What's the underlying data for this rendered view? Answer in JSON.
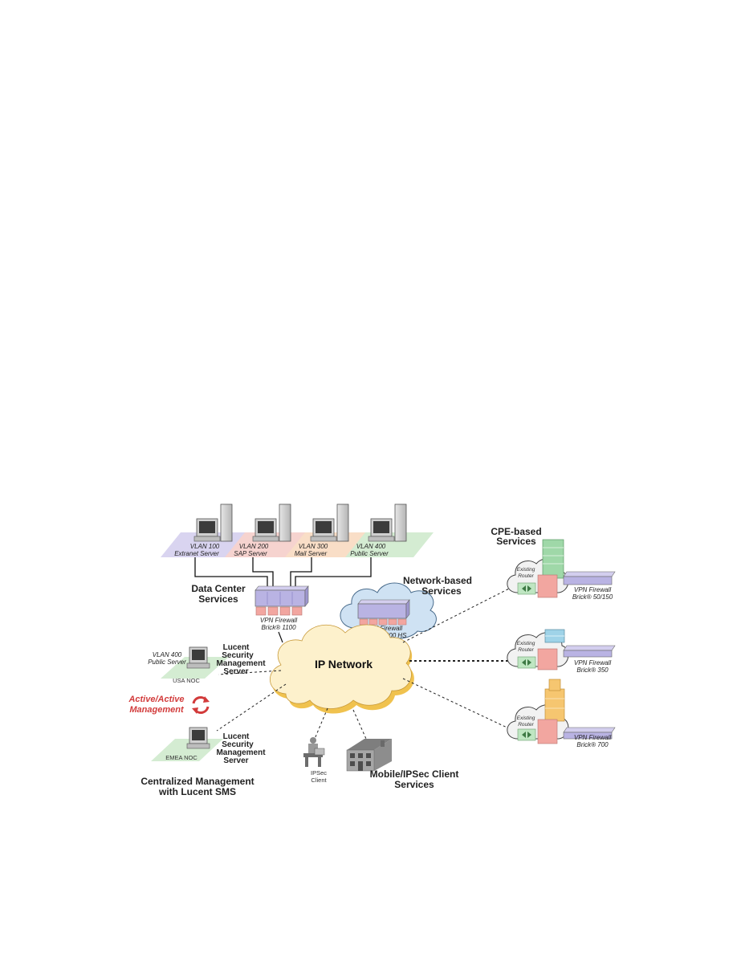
{
  "colors": {
    "cloud_fill": "#fdf1cc",
    "cloud_shadow": "#f0c24e",
    "network_cloud_fill": "#cfe2f3",
    "firewall_fill": "#b9b3e3",
    "firewall_port": "#f2a6a0",
    "accent_red": "#d23b3b",
    "vlan1": "#d9d4f0",
    "vlan2": "#f6d3cf",
    "vlan3": "#f9dec7",
    "vlan4": "#d4ecd2"
  },
  "vlans": [
    {
      "name": "VLAN 100",
      "server": "Extranet Server"
    },
    {
      "name": "VLAN 200",
      "server": "SAP Server"
    },
    {
      "name": "VLAN 300",
      "server": "Mail Server"
    },
    {
      "name": "VLAN 400",
      "server": "Public Server"
    }
  ],
  "data_center": {
    "line1": "Data Center",
    "line2": "Services"
  },
  "fw1100": {
    "line1": "VPN Firewall",
    "line2": "Brick® 1100"
  },
  "network_services": {
    "line1": "Network-based",
    "line2": "Services"
  },
  "fw1200": {
    "line1": "VPN Firewall",
    "line2": "Brick® 1200 HS"
  },
  "ip_network": "IP Network",
  "cpe": {
    "line1": "CPE-based",
    "line2": "Services"
  },
  "sites": [
    {
      "router_line1": "Existing",
      "router_line2": "Router",
      "fw_line1": "VPN Firewall",
      "fw_line2": "Brick® 50/150"
    },
    {
      "router_line1": "Existing",
      "router_line2": "Router",
      "fw_line1": "VPN Firewall",
      "fw_line2": "Brick® 350"
    },
    {
      "router_line1": "Existing",
      "router_line2": "Router",
      "fw_line1": "VPN Firewall",
      "fw_line2": "Brick® 700"
    }
  ],
  "usa": {
    "vlan_line1": "VLAN 400",
    "vlan_line2": "Public Server",
    "noc": "USA NOC",
    "lsms_line1": "Lucent",
    "lsms_line2": "Security",
    "lsms_line3": "Management",
    "lsms_line4": "Server"
  },
  "active": {
    "line1": "Active/Active",
    "line2": "Management"
  },
  "emea": {
    "noc": "EMEA NOC",
    "lsms_line1": "Lucent",
    "lsms_line2": "Security",
    "lsms_line3": "Management",
    "lsms_line4": "Server"
  },
  "centralized": {
    "line1": "Centralized Management",
    "line2": "with Lucent SMS"
  },
  "ipsec_client": {
    "line1": "IPSec",
    "line2": "Client"
  },
  "mobile": {
    "line1": "Mobile/IPSec Client",
    "line2": "Services"
  }
}
